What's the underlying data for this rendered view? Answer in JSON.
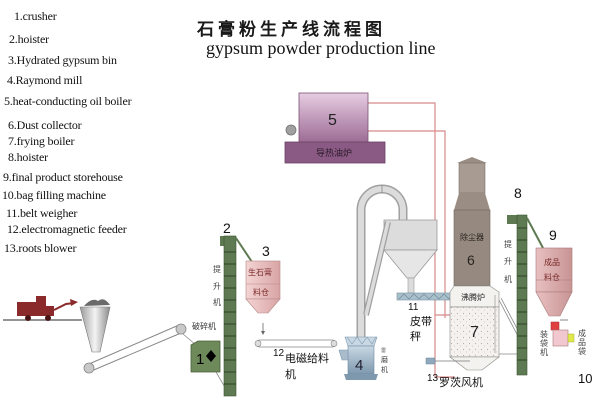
{
  "title": {
    "chinese": "石膏粉生产线流程图",
    "english": "gypsum powder production line"
  },
  "legend": [
    {
      "num": "1",
      "text": "1.crusher"
    },
    {
      "num": "2",
      "text": "2.hoister"
    },
    {
      "num": "3",
      "text": "3.Hydrated gypsum bin"
    },
    {
      "num": "4",
      "text": "4.Raymond mill"
    },
    {
      "num": "5",
      "text": "5.heat-conducting  oil  boiler"
    },
    {
      "num": "6",
      "text": "6.Dust collector"
    },
    {
      "num": "7",
      "text": "7.frying boiler"
    },
    {
      "num": "8",
      "text": "8.hoister"
    },
    {
      "num": "9",
      "text": "9.final product storehouse"
    },
    {
      "num": "10",
      "text": "10.bag filling machine"
    },
    {
      "num": "11",
      "text": "11.belt weigher"
    },
    {
      "num": "12",
      "text": "12.electromagnetic feeder"
    },
    {
      "num": "13",
      "text": "13.roots blower"
    }
  ],
  "diagram": {
    "boiler": {
      "number": "5",
      "label_cn": "导热油炉"
    },
    "crusher": {
      "number": "1",
      "label_cn": "破碎机"
    },
    "hoister_left": {
      "number": "2",
      "label_cn": [
        "提",
        "升",
        "机"
      ]
    },
    "raw_bin": {
      "number": "3",
      "label_cn": [
        "生石膏",
        "料仓"
      ]
    },
    "feeder": {
      "number": "12",
      "label_cn": [
        "电磁给料",
        "机"
      ]
    },
    "mill": {
      "number": "4",
      "label_cn": [
        "雷",
        "磨",
        "机"
      ]
    },
    "belt_weigher": {
      "number": "11",
      "label_cn": [
        "皮带",
        "秤"
      ]
    },
    "dust_collector": {
      "number": "6",
      "label_cn": "除尘器"
    },
    "frying_boiler": {
      "number": "7",
      "label_cn": "沸腾炉"
    },
    "blower": {
      "number": "13",
      "label_cn": "罗茨风机"
    },
    "hoister_right": {
      "number": "8",
      "label_cn": [
        "提",
        "升",
        "机"
      ]
    },
    "product_bin": {
      "number": "9",
      "label_cn": [
        "成品",
        "料仓"
      ]
    },
    "bagger": {
      "number": "10",
      "label_cn": [
        "装",
        "袋",
        "机"
      ],
      "bag_label_cn": [
        "成",
        "品",
        "袋"
      ]
    }
  },
  "colors": {
    "boiler": "#9a6a90",
    "boiler_base": "#8a5a84",
    "hoister": "#5e7a52",
    "crusher": "#6e8a5a",
    "raw_bin": "#e8b8b8",
    "mill": "#8fa8bc",
    "dust": "#9a8e84",
    "truck": "#8a2a2a",
    "pipe_red": "#d88a8a"
  }
}
